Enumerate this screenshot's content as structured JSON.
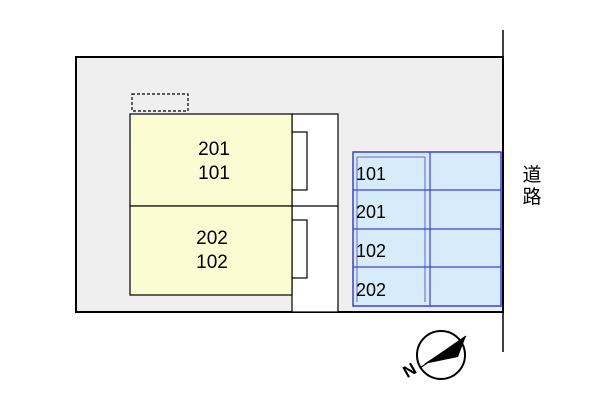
{
  "building": {
    "upper_unit": {
      "line1": "201",
      "line2": "101"
    },
    "lower_unit": {
      "line1": "202",
      "line2": "102"
    }
  },
  "parking": {
    "spaces": [
      "101",
      "201",
      "102",
      "202"
    ]
  },
  "road": {
    "char1": "道",
    "char2": "路"
  },
  "compass": {
    "label": "N"
  },
  "colors": {
    "site": "#efefef",
    "building": "#fbfcd2",
    "parking": "#d7ecfb",
    "parking_border": "#3b3fe0",
    "outline": "#000000"
  }
}
